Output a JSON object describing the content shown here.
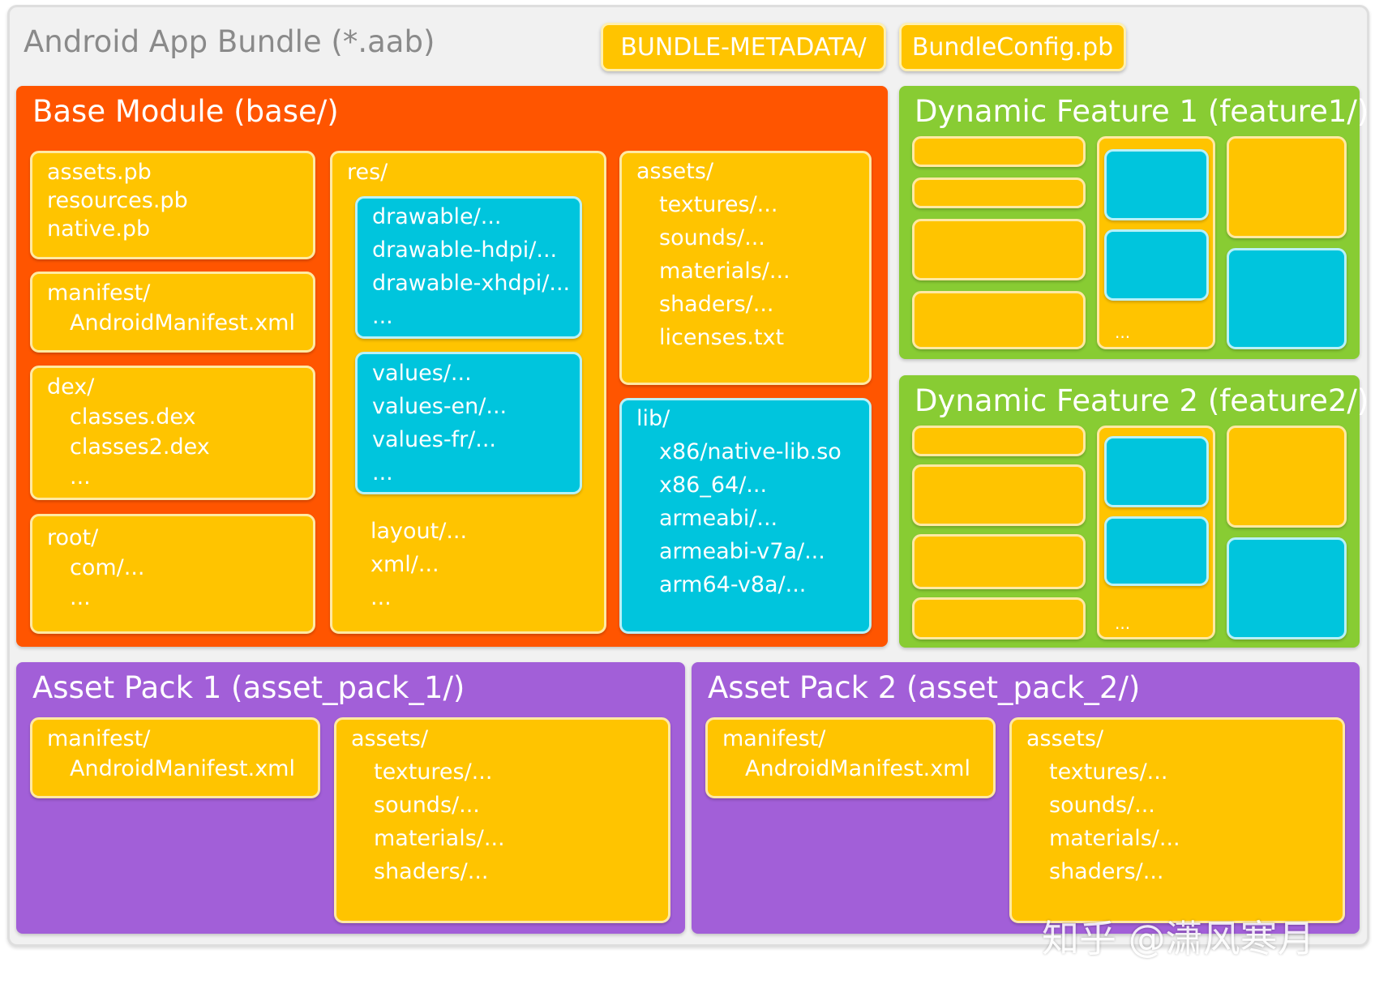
{
  "bundle": {
    "title": "Android App Bundle (*.aab)",
    "metadata_tag": "BUNDLE-METADATA/",
    "config_tag": "BundleConfig.pb"
  },
  "base": {
    "title": "Base Module (base/)",
    "pb": [
      "assets.pb",
      "resources.pb",
      "native.pb"
    ],
    "manifest": [
      "manifest/",
      "AndroidManifest.xml"
    ],
    "dex": [
      "dex/",
      "classes.dex",
      "classes2.dex",
      "..."
    ],
    "root": [
      "root/",
      "com/...",
      "..."
    ],
    "res": {
      "label": "res/",
      "drawable": [
        "drawable/...",
        "drawable-hdpi/...",
        "drawable-xhdpi/...",
        "..."
      ],
      "values": [
        "values/...",
        "values-en/...",
        "values-fr/...",
        "..."
      ],
      "other": [
        "layout/...",
        "xml/...",
        "..."
      ]
    },
    "assets": [
      "assets/",
      "textures/...",
      "sounds/...",
      "materials/...",
      "shaders/...",
      "licenses.txt"
    ],
    "lib": [
      "lib/",
      "x86/native-lib.so",
      "x86_64/...",
      "armeabi/...",
      "armeabi-v7a/...",
      "arm64-v8a/..."
    ]
  },
  "feature1": {
    "title": "Dynamic Feature 1 (feature1/)",
    "ellipsis": "..."
  },
  "feature2": {
    "title": "Dynamic Feature 2 (feature2/)",
    "ellipsis": "..."
  },
  "pack1": {
    "title": "Asset Pack 1 (asset_pack_1/)",
    "manifest": [
      "manifest/",
      "AndroidManifest.xml"
    ],
    "assets": [
      "assets/",
      "textures/...",
      "sounds/...",
      "materials/...",
      "shaders/..."
    ]
  },
  "pack2": {
    "title": "Asset Pack 2 (asset_pack_2/)",
    "manifest": [
      "manifest/",
      "AndroidManifest.xml"
    ],
    "assets": [
      "assets/",
      "textures/...",
      "sounds/...",
      "materials/...",
      "shaders/..."
    ]
  },
  "watermark": "知乎 @潇风寒月",
  "colors": {
    "base": "#ff5500",
    "feature": "#88cc33",
    "asset_pack": "#a25fd8",
    "folder_yellow": "#ffc400",
    "folder_cyan": "#00c5dd",
    "frame": "#f1f1f1"
  }
}
